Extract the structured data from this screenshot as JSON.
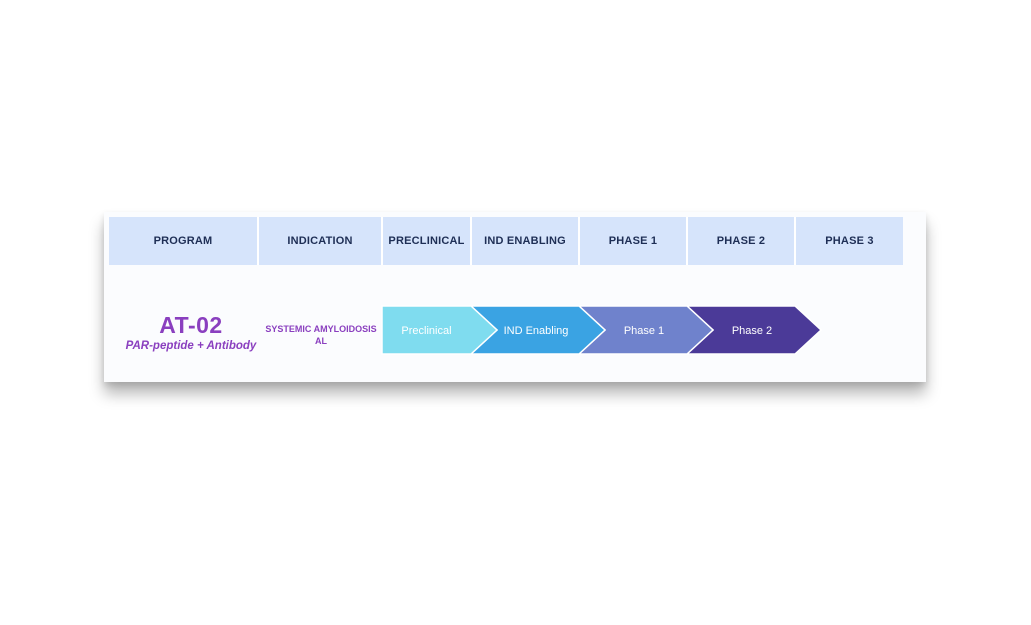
{
  "header": {
    "columns": [
      "PROGRAM",
      "INDICATION",
      "PRECLINICAL",
      "IND ENABLING",
      "PHASE 1",
      "PHASE 2",
      "PHASE 3"
    ]
  },
  "program": {
    "name": "AT-02",
    "subtitle": "PAR-peptide + Antibody"
  },
  "indication": {
    "line1": "SYSTEMIC AMYLOIDOSIS",
    "line2": "AL"
  },
  "chart_data": {
    "type": "bar",
    "categories": [
      "PRECLINICAL",
      "IND ENABLING",
      "PHASE 1",
      "PHASE 2",
      "PHASE 3"
    ],
    "series": [
      {
        "program": "AT-02",
        "indication": "SYSTEMIC AMYLOIDOSIS AL",
        "completed_stages": [
          "Preclinical",
          "IND Enabling",
          "Phase 1",
          "Phase 2"
        ],
        "stage_colors": [
          "#7fdcef",
          "#3aa3e3",
          "#6f82cc",
          "#4b3a98"
        ],
        "current_stage": "Phase 2"
      }
    ],
    "grid": false
  }
}
